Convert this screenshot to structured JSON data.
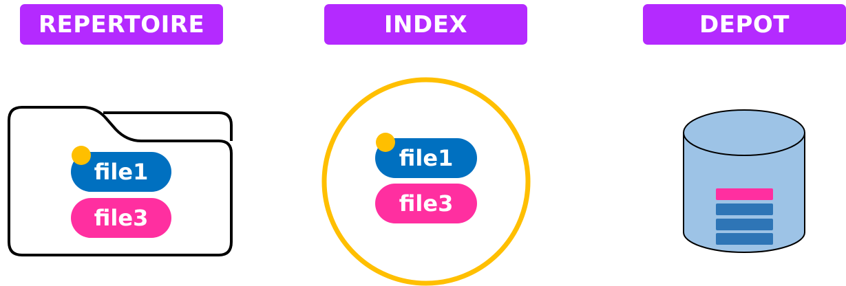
{
  "colors": {
    "header_bg": "#b42aff",
    "file_blue": "#0070c0",
    "file_pink": "#ff2fa0",
    "modified_dot": "#ffbf00",
    "index_ring": "#ffbf00",
    "db_body": "#9dc3e6",
    "db_rows": "#2e75b6",
    "outline": "#000000"
  },
  "sections": {
    "repertoire": {
      "title": "REPERTOIRE",
      "icon": "folder-icon",
      "files": [
        "file1",
        "file3"
      ]
    },
    "index": {
      "title": "INDEX",
      "icon": "staging-circle",
      "files": [
        "file1",
        "file3"
      ]
    },
    "depot": {
      "title": "DEPOT",
      "icon": "database-icon"
    }
  }
}
